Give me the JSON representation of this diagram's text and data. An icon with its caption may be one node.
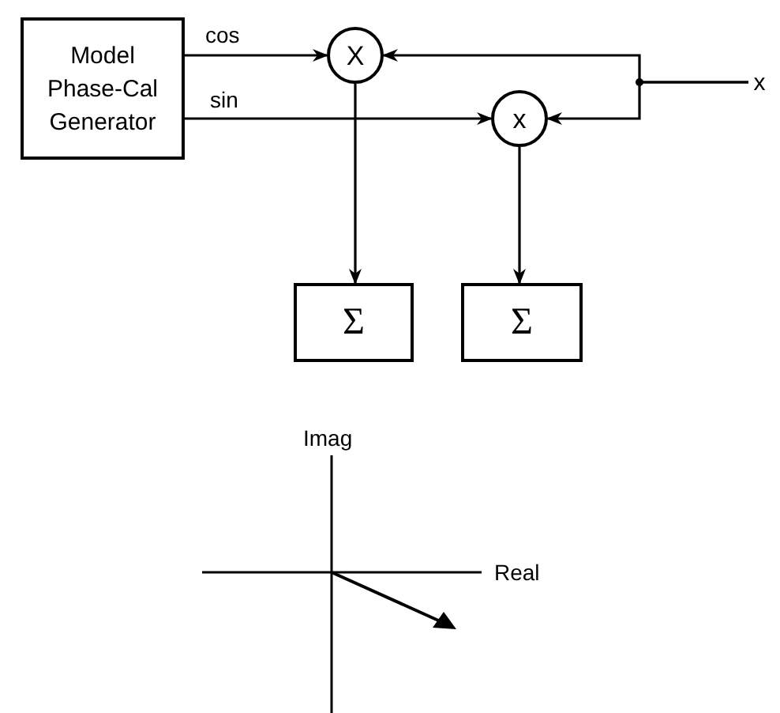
{
  "diagram": {
    "nodes": [
      {
        "text": [
          "Model Phase-Cal Generator"
        ]
      },
      {
        "text": [
          "X"
        ]
      },
      {
        "text": [
          "x"
        ]
      },
      {
        "text": [
          "Σ"
        ]
      },
      {
        "text": [
          "Σ"
        ]
      },
      {
        "text": [
          "x"
        ]
      }
    ],
    "edges": [
      {
        "from": 0,
        "to": 1,
        "arrow": "to",
        "label": "cos"
      },
      {
        "from": 0,
        "to": 2,
        "arrow": "to",
        "label": "sin"
      },
      {
        "from": 5,
        "to": 1,
        "arrow": "to"
      },
      {
        "from": 5,
        "to": 2,
        "arrow": "to"
      },
      {
        "from": 1,
        "to": 3,
        "arrow": "to"
      },
      {
        "from": 2,
        "to": 4,
        "arrow": "to"
      }
    ],
    "labels": [
      "Imag",
      "Real"
    ]
  }
}
